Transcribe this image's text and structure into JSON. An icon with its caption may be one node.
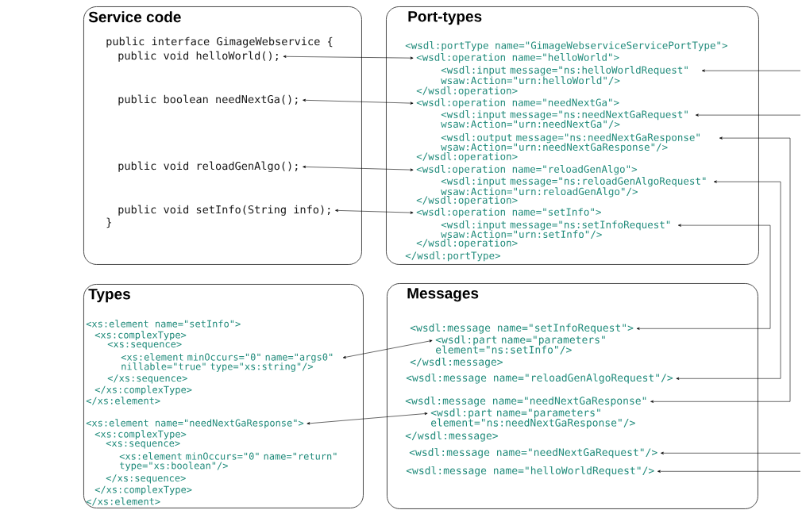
{
  "diagram": {
    "nodes": [
      {
        "text": [
          "Service code"
        ]
      },
      {
        "text": [
          "public interface GimageWebservice {"
        ],
        "in": 0
      },
      {
        "text": [
          "public void helloWorld();"
        ],
        "in": 0
      },
      {
        "text": [
          "public boolean needNextGa();"
        ],
        "in": 0
      },
      {
        "text": [
          "public void reloadGenAlgo();"
        ],
        "in": 0
      },
      {
        "text": [
          "public void setInfo(String info);"
        ],
        "in": 0
      },
      {
        "text": [
          "}"
        ],
        "in": 0
      },
      {
        "text": [
          "Port-types"
        ]
      },
      {
        "text": [
          "<wsdl:portType name=\"GimageWebserviceServicePortType\">"
        ],
        "in": 7
      },
      {
        "text": [
          "<wsdl:operation name=\"helloWorld\">"
        ],
        "in": 7
      },
      {
        "text": [
          "<wsdl:input message=\"ns:helloWorldRequest\" wsaw:Action=\"urn:helloWorld\"/>"
        ],
        "in": 7
      },
      {
        "text": [
          "</wsdl:operation>"
        ],
        "in": 7
      },
      {
        "text": [
          "<wsdl:operation name=\"needNextGa\">"
        ],
        "in": 7
      },
      {
        "text": [
          "<wsdl:input message=\"ns:needNextGaRequest\" wsaw:Action=\"urn:needNextGa\"/>"
        ],
        "in": 7
      },
      {
        "text": [
          "<wsdl:output message=\"ns:needNextGaResponse\" wsaw:Action=\"urn:needNextGaResponse\"/>"
        ],
        "in": 7
      },
      {
        "text": [
          "</wsdl:operation>"
        ],
        "in": 7
      },
      {
        "text": [
          "<wsdl:operation name=\"reloadGenAlgo\">"
        ],
        "in": 7
      },
      {
        "text": [
          "<wsdl:input message=\"ns:reloadGenAlgoRequest\" wsaw:Action=\"urn:reloadGenAlgo\"/>"
        ],
        "in": 7
      },
      {
        "text": [
          "</wsdl:operation>"
        ],
        "in": 7
      },
      {
        "text": [
          "<wsdl:operation name=\"setInfo\">"
        ],
        "in": 7
      },
      {
        "text": [
          "<wsdl:input message=\"ns:setInfoRequest\" wsaw:Action=\"urn:setInfo\"/>"
        ],
        "in": 7
      },
      {
        "text": [
          "</wsdl:operation>"
        ],
        "in": 7
      },
      {
        "text": [
          "</wsdl:portType>"
        ],
        "in": 7
      },
      {
        "text": [
          "Types"
        ]
      },
      {
        "text": [
          "<xs:element name=\"setInfo\">"
        ],
        "in": 23
      },
      {
        "text": [
          "<xs:complexType>"
        ],
        "in": 23
      },
      {
        "text": [
          "<xs:sequence>"
        ],
        "in": 23
      },
      {
        "text": [
          "<xs:element minOccurs=\"0\" name=\"args0\" nillable=\"true\" type=\"xs:string\"/>"
        ],
        "in": 23
      },
      {
        "text": [
          "</xs:sequence>"
        ],
        "in": 23
      },
      {
        "text": [
          "</xs:complexType>"
        ],
        "in": 23
      },
      {
        "text": [
          "</xs:element>"
        ],
        "in": 23
      },
      {
        "text": [
          "<xs:element name=\"needNextGaResponse\">"
        ],
        "in": 23
      },
      {
        "text": [
          "<xs:complexType>"
        ],
        "in": 23
      },
      {
        "text": [
          "<xs:sequence>"
        ],
        "in": 23
      },
      {
        "text": [
          "<xs:element minOccurs=\"0\" name=\"return\" type=\"xs:boolean\"/>"
        ],
        "in": 23
      },
      {
        "text": [
          "</xs:sequence>"
        ],
        "in": 23
      },
      {
        "text": [
          "</xs:complexType>"
        ],
        "in": 23
      },
      {
        "text": [
          "</xs:element>"
        ],
        "in": 23
      },
      {
        "text": [
          "Messages"
        ]
      },
      {
        "text": [
          "<wsdl:message name=\"setInfoRequest\">"
        ],
        "in": 38
      },
      {
        "text": [
          "<wsdl:part name=\"parameters\" element=\"ns:setInfo\"/>"
        ],
        "in": 38
      },
      {
        "text": [
          "</wsdl:message>"
        ],
        "in": 38
      },
      {
        "text": [
          "<wsdl:message name=\"reloadGenAlgoRequest\"/>"
        ],
        "in": 38
      },
      {
        "text": [
          "<wsdl:message name=\"needNextGaResponse\""
        ],
        "in": 38
      },
      {
        "text": [
          "<wsdl:part name=\"parameters\" element=\"ns:needNextGaResponse\"/>"
        ],
        "in": 38
      },
      {
        "text": [
          "</wsdl:message>"
        ],
        "in": 38
      },
      {
        "text": [
          "<wsdl:message name=\"needNextGaRequest\"/>"
        ],
        "in": 38
      },
      {
        "text": [
          "<wsdl:message name=\"helloWorldRequest\"/>"
        ],
        "in": 38
      }
    ],
    "edges": [
      {
        "from": 2,
        "to": 9,
        "arrow": "both"
      },
      {
        "from": 3,
        "to": 12,
        "arrow": "both"
      },
      {
        "from": 4,
        "to": 16,
        "arrow": "both"
      },
      {
        "from": 5,
        "to": 19,
        "arrow": "both"
      },
      {
        "from": 27,
        "to": 40,
        "arrow": "both"
      },
      {
        "from": 31,
        "to": 44,
        "arrow": "both"
      },
      {
        "from": null,
        "to": 10,
        "arrow": "to"
      },
      {
        "from": null,
        "to": 13,
        "arrow": "to"
      },
      {
        "from": 14,
        "to": 43,
        "arrow": "both"
      },
      {
        "from": 17,
        "to": 42,
        "arrow": "both"
      },
      {
        "from": 20,
        "to": 39,
        "arrow": "both"
      },
      {
        "from": null,
        "to": 46,
        "arrow": "to"
      },
      {
        "from": null,
        "to": 47,
        "arrow": "to"
      }
    ]
  }
}
